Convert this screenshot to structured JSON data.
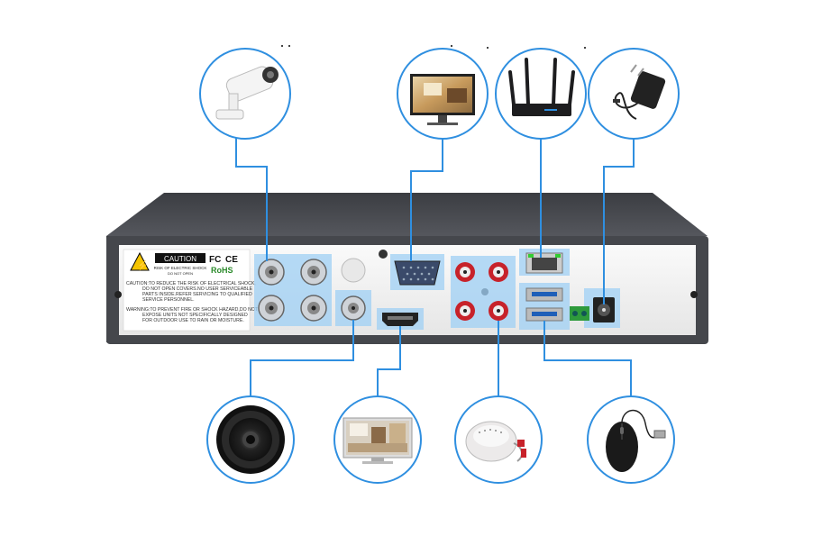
{
  "label": {
    "caution": "CAUTION",
    "risk_line1": "RISK OF ELECTRIC SHOCK",
    "risk_line2": "DO NOT OPEN",
    "fcc": "FC",
    "ce": "CE",
    "rohs": "RoHS",
    "warn_lines": [
      "CAUTION:TO REDUCE THE RISK OF ELECTRICAL SHOCK,",
      "DO NOT OPEN COVERS.NO USER SERVICEABLE",
      "PARTS INSIDE.REFER SERVICING TO QUALIFIED",
      "SERVICE PERSONNEL.",
      "WARNING:TO PREVENT FIRE OR SHOCK HAZARD,DO NOT",
      "EXPOSE UNITS NOT SPECIFICALLY DESIGNED",
      "FOR OUTDOOR USE TO RAIN OR MOISTURE."
    ]
  },
  "colors": {
    "connector_line": "#2f8fe0",
    "highlight": "#9fd0f5",
    "chassis": "#4a4c52",
    "panel": "#f2f2f2"
  },
  "devices_top": [
    "camera",
    "monitor-vga",
    "router",
    "power-adapter"
  ],
  "devices_bottom": [
    "speaker",
    "monitor-hdmi",
    "microphone",
    "mouse"
  ]
}
